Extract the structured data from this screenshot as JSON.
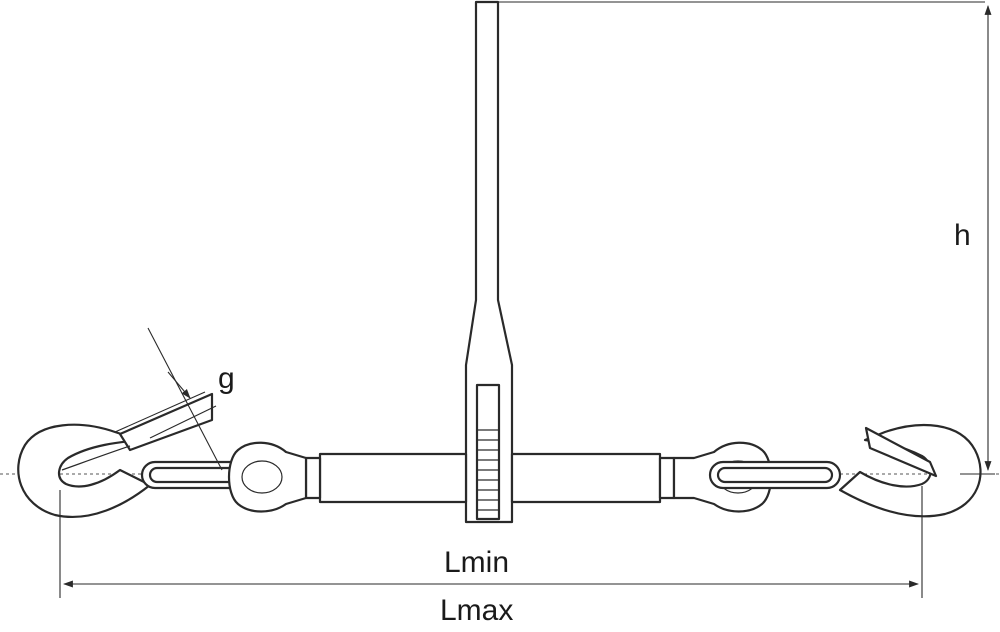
{
  "labels": {
    "height": "h",
    "gap": "g",
    "length_min": "Lmin",
    "length_max": "Lmax"
  }
}
